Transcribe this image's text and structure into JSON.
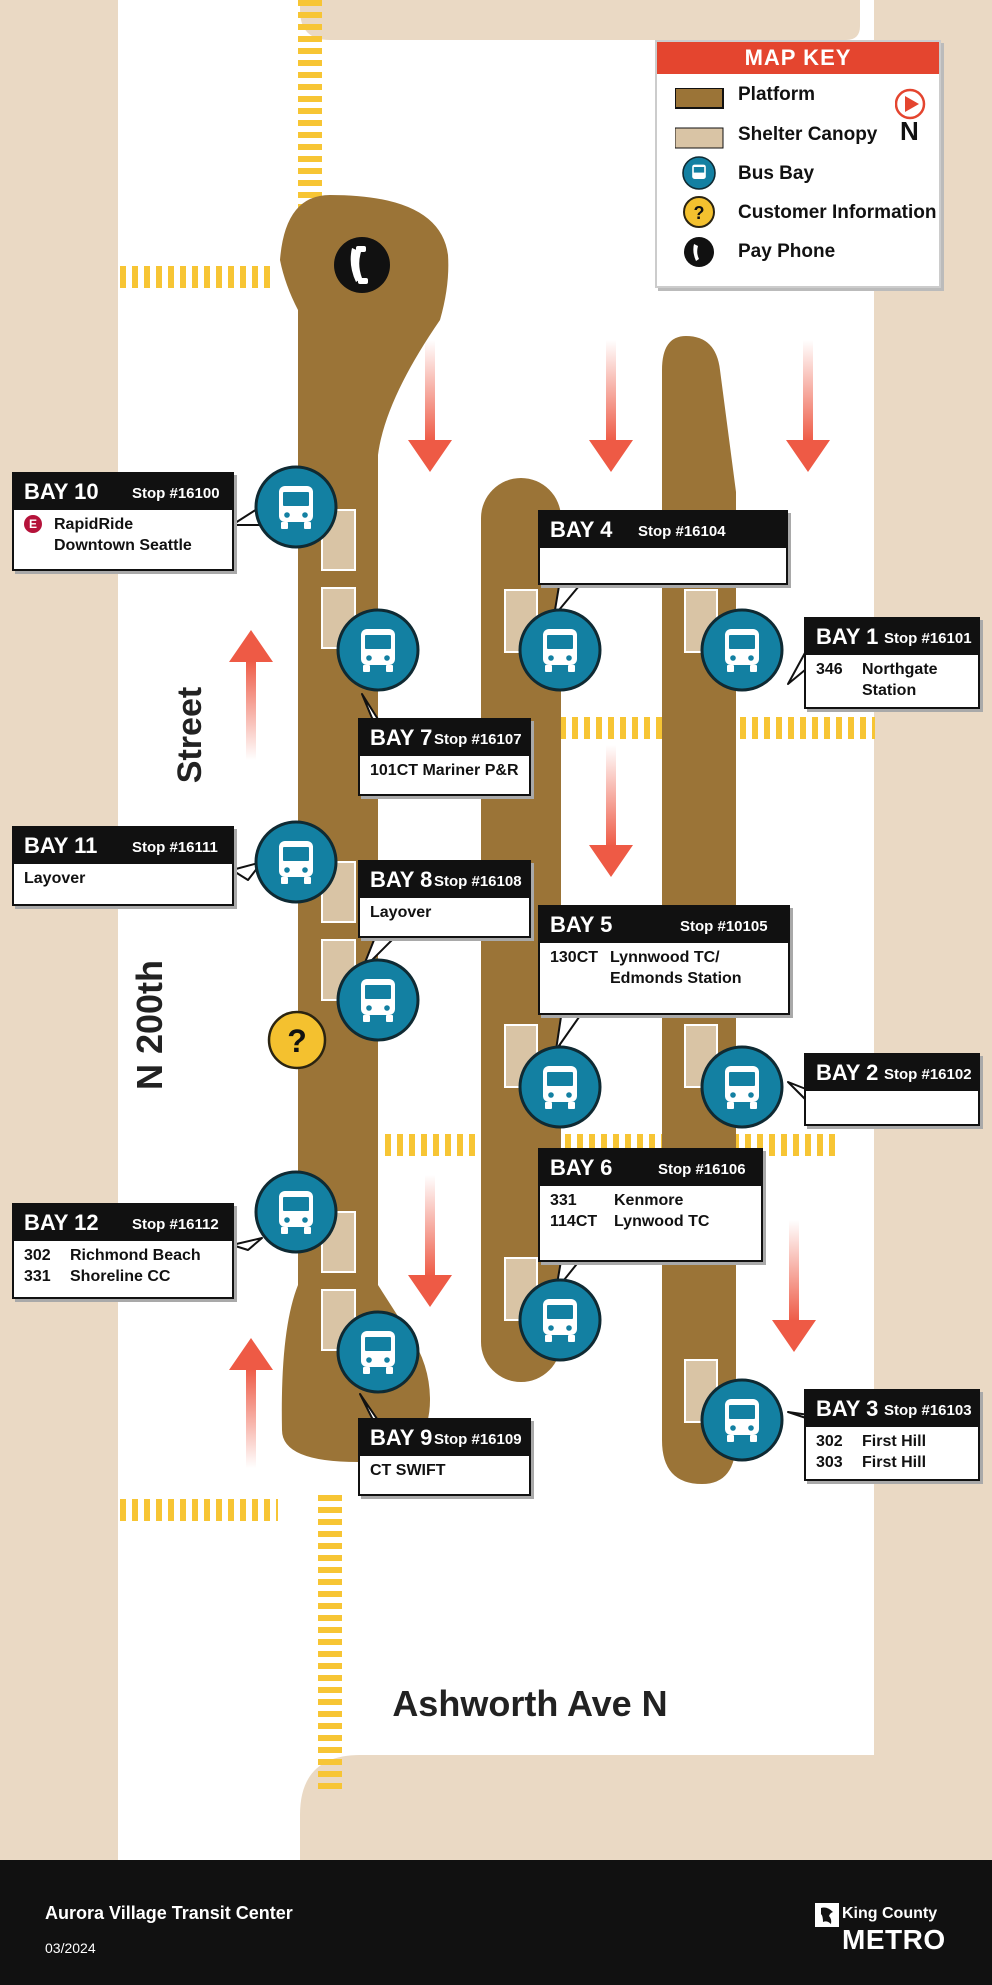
{
  "map_key": {
    "title": "MAP KEY",
    "items": [
      {
        "label": "Platform",
        "icon": "platform-swatch",
        "color": "#9b7437"
      },
      {
        "label": "Shelter Canopy",
        "icon": "canopy-swatch",
        "color": "#d9c4a5"
      },
      {
        "label": "Bus Bay",
        "icon": "bus-icon",
        "color": "#1380a2"
      },
      {
        "label": "Customer Information",
        "icon": "question-icon",
        "color": "#f4c12f"
      },
      {
        "label": "Pay Phone",
        "icon": "phone-icon",
        "color": "#111111"
      }
    ],
    "north": "N"
  },
  "streets": {
    "n200": "N 200th",
    "street": "Street",
    "ashworth": "Ashworth Ave N"
  },
  "bays": {
    "b1": {
      "bay": "BAY 1",
      "stop": "Stop #16101",
      "routes": [
        {
          "route": "346",
          "dest": "Northgate"
        },
        {
          "route": "",
          "dest": "Station"
        }
      ]
    },
    "b2": {
      "bay": "BAY 2",
      "stop": "Stop #16102",
      "routes": []
    },
    "b3": {
      "bay": "BAY 3",
      "stop": "Stop #16103",
      "routes": [
        {
          "route": "302",
          "dest": "First Hill"
        },
        {
          "route": "303",
          "dest": "First Hill"
        }
      ]
    },
    "b4": {
      "bay": "BAY 4",
      "stop": "Stop #16104",
      "routes": []
    },
    "b5": {
      "bay": "BAY 5",
      "stop": "Stop #10105",
      "routes": [
        {
          "route": "130CT",
          "dest": "Lynnwood TC/"
        },
        {
          "route": "",
          "dest": "Edmonds Station"
        }
      ]
    },
    "b6": {
      "bay": "BAY 6",
      "stop": "Stop #16106",
      "routes": [
        {
          "route": "331",
          "dest": "Kenmore"
        },
        {
          "route": "114CT",
          "dest": "Lynwood TC"
        }
      ]
    },
    "b7": {
      "bay": "BAY 7",
      "stop": "Stop #16107",
      "line": "101CT  Mariner P&R"
    },
    "b8": {
      "bay": "BAY 8",
      "stop": "Stop #16108",
      "line": "Layover"
    },
    "b9": {
      "bay": "BAY 9",
      "stop": "Stop #16109",
      "line": "CT SWIFT"
    },
    "b10": {
      "bay": "BAY 10",
      "stop": "Stop #16100",
      "badge": "E",
      "dest1": "RapidRide",
      "dest2": "Downtown Seattle"
    },
    "b11": {
      "bay": "BAY 11",
      "stop": "Stop #16111",
      "line": "Layover"
    },
    "b12": {
      "bay": "BAY 12",
      "stop": "Stop #16112",
      "routes": [
        {
          "route": "302",
          "dest": "Richmond Beach"
        },
        {
          "route": "331",
          "dest": "Shoreline CC"
        }
      ]
    }
  },
  "footer": {
    "title": "Aurora Village Transit Center",
    "date": "03/2024",
    "brand_top": "King County",
    "brand_bottom": "METRO"
  },
  "colors": {
    "platform": "#9b7437",
    "canopy": "#d9c4a5",
    "background_land": "#ead9c4",
    "bus_bay": "#1380a2",
    "arrow": "#ee5a45",
    "crosswalk": "#f7c534",
    "key_header": "#e4452f"
  }
}
